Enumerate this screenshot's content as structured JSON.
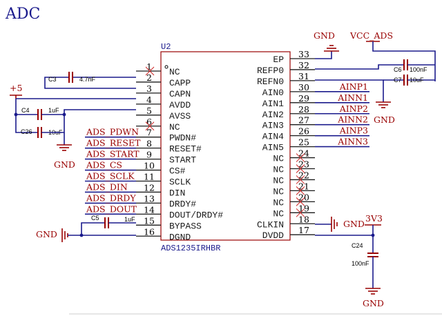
{
  "title": "ADC",
  "ic": {
    "ref": "U2",
    "part": "ADS1235IRHBR",
    "left_pins": [
      {
        "num": "1",
        "name": "NC"
      },
      {
        "num": "2",
        "name": "CAPP"
      },
      {
        "num": "3",
        "name": "CAPN"
      },
      {
        "num": "4",
        "name": "AVDD"
      },
      {
        "num": "5",
        "name": "AVSS"
      },
      {
        "num": "6",
        "name": "NC"
      },
      {
        "num": "7",
        "name": "PWDN#"
      },
      {
        "num": "8",
        "name": "RESET#"
      },
      {
        "num": "9",
        "name": "START"
      },
      {
        "num": "10",
        "name": "CS#"
      },
      {
        "num": "11",
        "name": "SCLK"
      },
      {
        "num": "12",
        "name": "DIN"
      },
      {
        "num": "13",
        "name": "DRDY#"
      },
      {
        "num": "14",
        "name": "DOUT/DRDY#"
      },
      {
        "num": "15",
        "name": "BYPASS"
      },
      {
        "num": "16",
        "name": "DGND"
      }
    ],
    "right_pins": [
      {
        "num": "33",
        "name": "EP"
      },
      {
        "num": "32",
        "name": "REFP0"
      },
      {
        "num": "31",
        "name": "REFN0"
      },
      {
        "num": "30",
        "name": "AIN0"
      },
      {
        "num": "29",
        "name": "AIN1"
      },
      {
        "num": "28",
        "name": "AIN2"
      },
      {
        "num": "27",
        "name": "AIN3"
      },
      {
        "num": "26",
        "name": "AIN4"
      },
      {
        "num": "25",
        "name": "AIN5"
      },
      {
        "num": "24",
        "name": "NC"
      },
      {
        "num": "23",
        "name": "NC"
      },
      {
        "num": "22",
        "name": "NC"
      },
      {
        "num": "21",
        "name": "NC"
      },
      {
        "num": "20",
        "name": "NC"
      },
      {
        "num": "19",
        "name": "NC"
      },
      {
        "num": "18",
        "name": "CLKIN"
      },
      {
        "num": "17",
        "name": "DVDD"
      }
    ]
  },
  "left_nets": [
    "ADS_PDWN",
    "ADS_RESET",
    "ADS_START",
    "ADS_CS",
    "ADS_SCLK",
    "ADS_DIN",
    "ADS_DRDY",
    "ADS_DOUT"
  ],
  "right_nets": [
    "AINP1",
    "AINN1",
    "AINP2",
    "AINN2",
    "AINP3",
    "AINN3"
  ],
  "caps": {
    "c3": {
      "ref": "C3",
      "value": "4.7nF"
    },
    "c4": {
      "ref": "C4",
      "value": "1uF"
    },
    "c26": {
      "ref": "C26",
      "value": "10uF"
    },
    "c5": {
      "ref": "C5",
      "value": "1uF"
    },
    "c6": {
      "ref": "C6",
      "value": "100nF"
    },
    "c7": {
      "ref": "C7",
      "value": "10uF"
    },
    "c24": {
      "ref": "C24",
      "value": "100nF"
    }
  },
  "power": {
    "plus5": "+5",
    "vcc_ads": "VCC_ADS",
    "v3v3": "3V3",
    "gnd": "GND"
  },
  "colors": {
    "wire": "#1a1a8c",
    "power": "#990000",
    "text_blue": "#1a1a8c",
    "text_red": "#990000"
  }
}
